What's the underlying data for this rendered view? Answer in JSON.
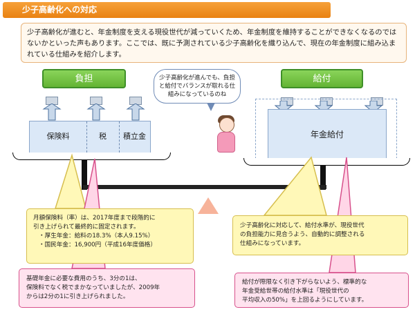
{
  "header": {
    "title": "少子高齢化への対応"
  },
  "intro": {
    "text": "少子高齢化が進むと、年金制度を支える現役世代が減っていくため、年金制度を維持することができなくなるのではないかといった声もあります。ここでは、既に予測されている少子高齢化を織り込んで、現在の年金制度に組み込まれている仕組みを紹介します。"
  },
  "labels": {
    "burden": "負担",
    "benefit": "給付"
  },
  "speech": {
    "text": "少子高齢化が進んでも、負担と給付でバランスが取れる仕組みになっているのね"
  },
  "burden_items": [
    {
      "label": "保険料"
    },
    {
      "label": "税"
    },
    {
      "label": "積立金"
    }
  ],
  "benefit_item": {
    "label": "年金給付"
  },
  "callouts": {
    "insurance_rate": {
      "line1": "月額保険料（率）は、2017年度まで段階的に",
      "line2": "引き上げられて最終的に固定されます。",
      "line3": "・厚生年金：給料の18.3%（本人9.15%）",
      "line4": "・国民年金：16,900円（平成16年度価格）"
    },
    "basic_pension": {
      "line1": "基礎年金に必要な費用のうち、3分の1は、",
      "line2": "保険料でなく税でまかなっていましたが、2009年",
      "line3": "からは2分の1に引き上げられました。"
    },
    "benefit_level": {
      "line1": "少子高齢化に対応して、給付水準が、現役世代",
      "line2": "の負担能力に見合うよう、自動的に調整される",
      "line3": "仕組みになっています。"
    },
    "benefit_guarantee": {
      "line1": "給付が際限なく引き下がらないよう、標準的な",
      "line2": "年金受給世帯の給付水準は「現役世代の",
      "line3": "平均収入の50%」を上回るようにしています。"
    }
  },
  "colors": {
    "header_orange": "#ee8b1d",
    "label_green": "#6bbb3d",
    "panel_blue": "#dbe8f7",
    "yellow_note": "#fff8b8",
    "pink_note": "#ffd6e7"
  }
}
